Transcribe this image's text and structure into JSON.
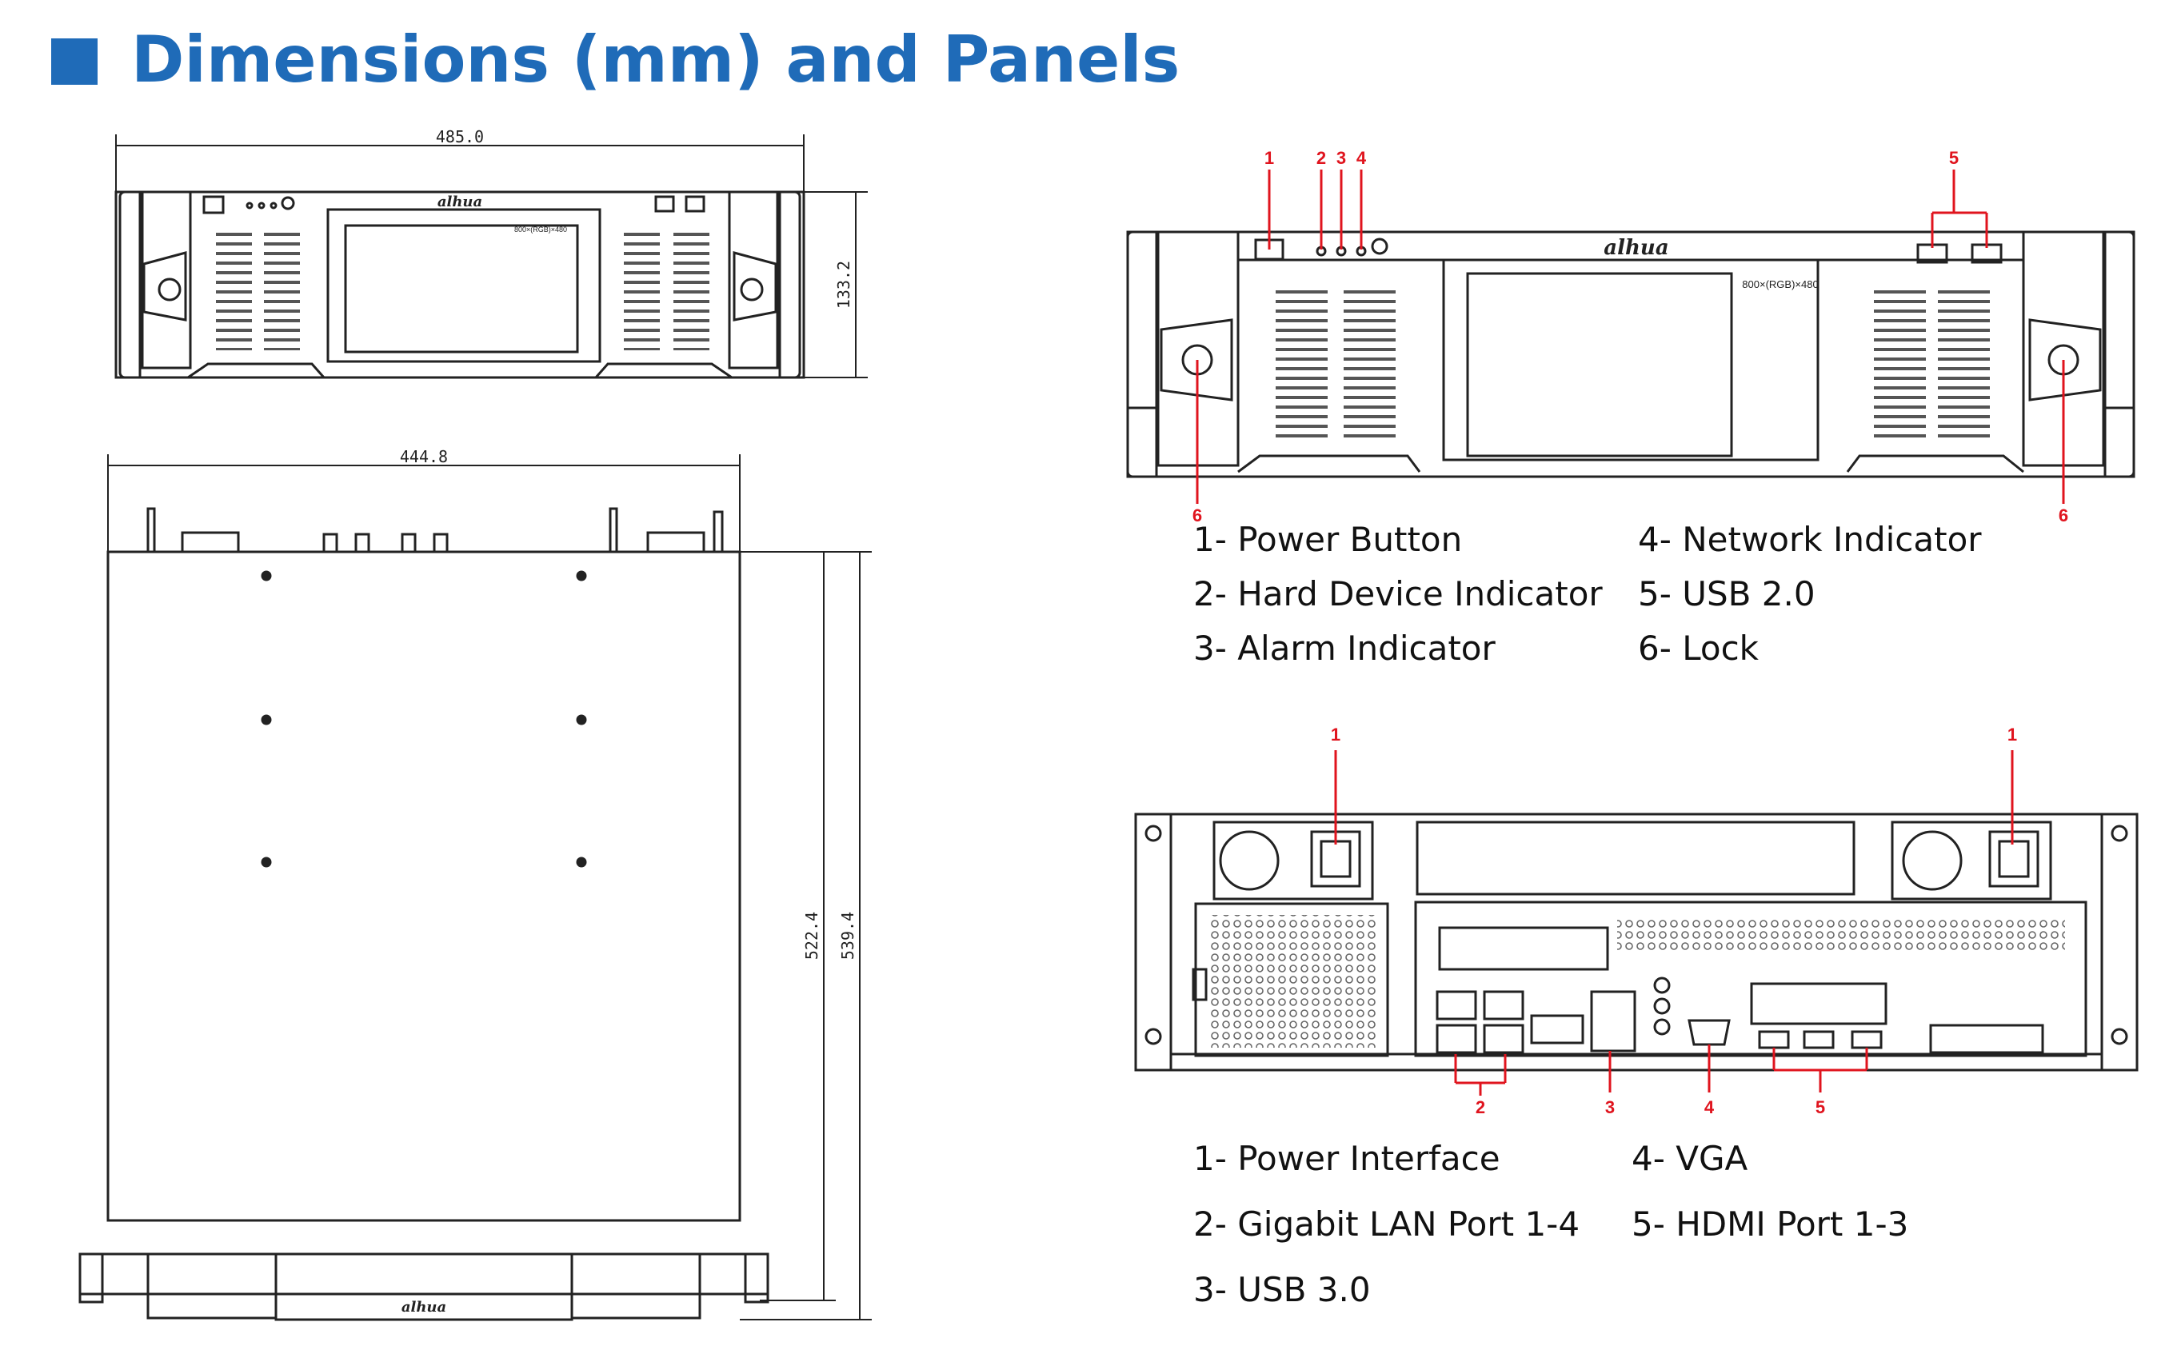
{
  "header": {
    "title": "Dimensions (mm) and Panels"
  },
  "dimensions": {
    "width_front": "485.0",
    "height_front": "133.2",
    "width_top": "444.8",
    "depth_inner": "522.4",
    "depth_total": "539.4"
  },
  "brand": {
    "logo_text": "alhua",
    "screen_label": "800×(RGB)×480"
  },
  "colors": {
    "accent": "#1f6bb8",
    "callout": "#e0141e",
    "line": "#222222"
  },
  "front_panel": {
    "callouts": [
      "1",
      "2",
      "3",
      "4",
      "5",
      "6"
    ],
    "legend": [
      "1- Power Button",
      "2- Hard Device Indicator",
      "3- Alarm Indicator",
      "4- Network Indicator",
      "5- USB 2.0",
      "6- Lock"
    ]
  },
  "rear_panel": {
    "callouts": [
      "1",
      "2",
      "3",
      "4",
      "5"
    ],
    "legend": [
      "1- Power Interface",
      "2- Gigabit LAN Port 1-4",
      "3- USB 3.0",
      "4- VGA",
      "5- HDMI Port 1-3"
    ]
  }
}
